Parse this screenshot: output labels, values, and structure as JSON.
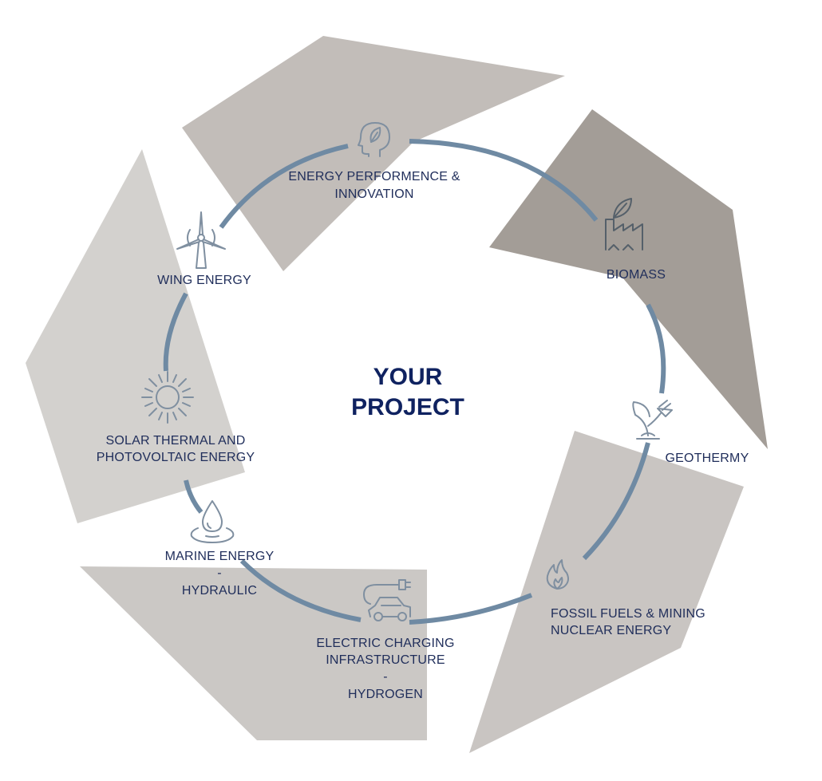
{
  "center": {
    "line1": "YOUR",
    "line2": "PROJECT"
  },
  "segments": [
    {
      "id": "energy-performance",
      "icon": "head-leaf-icon",
      "lines": [
        "ENERGY PERFORMENCE &",
        "INNOVATION"
      ]
    },
    {
      "id": "biomass",
      "icon": "factory-leaf-icon",
      "lines": [
        "BIOMASS"
      ]
    },
    {
      "id": "geothermy",
      "icon": "plant-plug-icon",
      "lines": [
        "GEOTHERMY"
      ]
    },
    {
      "id": "fossil-fuels",
      "icon": "flame-icon",
      "lines": [
        "FOSSIL FUELS & MINING",
        "NUCLEAR ENERGY"
      ]
    },
    {
      "id": "electric-charging",
      "icon": "electric-car-icon",
      "lines": [
        "ELECTRIC CHARGING",
        "INFRASTRUCTURE",
        "-",
        "HYDROGEN"
      ]
    },
    {
      "id": "marine-energy",
      "icon": "water-drop-icon",
      "lines": [
        "MARINE ENERGY",
        "-",
        "HYDRAULIC"
      ]
    },
    {
      "id": "solar",
      "icon": "sun-icon",
      "lines": [
        "SOLAR THERMAL AND",
        "PHOTOVOLTAIC ENERGY"
      ]
    },
    {
      "id": "wing-energy",
      "icon": "wind-turbine-icon",
      "lines": [
        "WING ENERGY"
      ]
    }
  ],
  "colors": {
    "ring": "#6f8aa3",
    "text": "#1f2d5a",
    "title": "#0f2260",
    "shape_dark": "#a39d97",
    "shape_mid": "#c2bdb9",
    "shape_light": "#d2d0cd"
  }
}
